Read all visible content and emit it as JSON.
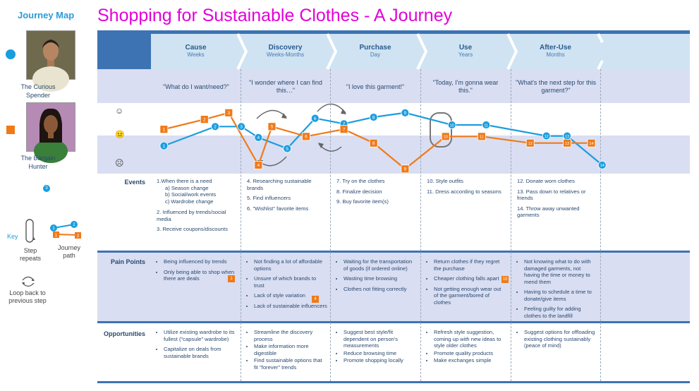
{
  "sidebar": {
    "title": "Journey Map",
    "personas": [
      {
        "name_line1": "The Curious",
        "name_line2": "Spender",
        "color": "#1a9de0"
      },
      {
        "name_line1": "The Bargain",
        "name_line2": "Hunter",
        "color": "#f07a18"
      }
    ],
    "lone_marker": "3",
    "key_label": "Key",
    "step_repeats": "Step repeats",
    "journey_path": "Journey path",
    "loop_back": "Loop back to previous step",
    "key_markers": [
      "1",
      "2",
      "1",
      "2"
    ]
  },
  "title": "Shopping for Sustainable Clothes - A Journey",
  "stages": [
    {
      "label": "Cause",
      "sub": "Weeks"
    },
    {
      "label": "Discovery",
      "sub": "Weeks-Months"
    },
    {
      "label": "Purchase",
      "sub": "Day"
    },
    {
      "label": "Use",
      "sub": "Years"
    },
    {
      "label": "After-Use",
      "sub": "Months"
    }
  ],
  "quotes": [
    "\"What do I want/need?\"",
    "\"I wonder where I can find this…\"",
    "\"I love this garment!\"",
    "\"Today, I'm gonna wear this.\"",
    "\"What's the next step for this garment?\""
  ],
  "faces": {
    "happy": "☺",
    "neutral": "😐",
    "sad": "☹"
  },
  "colors": {
    "blue": "#1a9de0",
    "orange": "#f07a18",
    "header": "#3d73b3",
    "band": "#d9def2"
  },
  "paths": {
    "blue": [
      {
        "n": "1",
        "stage": 0.05,
        "level": 0.7
      },
      {
        "n": "2",
        "stage": 0.62,
        "level": 0.35
      },
      {
        "n": "3",
        "stage": 0.91,
        "level": 0.35
      },
      {
        "n": "4",
        "stage": 1.1,
        "level": 0.55
      },
      {
        "n": "5",
        "stage": 1.42,
        "level": 0.75
      },
      {
        "n": "6",
        "stage": 1.73,
        "level": 0.2
      },
      {
        "n": "7",
        "stage": 2.05,
        "level": 0.3
      },
      {
        "n": "8",
        "stage": 2.38,
        "level": 0.18
      },
      {
        "n": "9",
        "stage": 2.73,
        "level": 0.1
      },
      {
        "n": "10",
        "stage": 3.25,
        "level": 0.32
      },
      {
        "n": "11",
        "stage": 3.63,
        "level": 0.32
      },
      {
        "n": "12",
        "stage": 4.3,
        "level": 0.52
      },
      {
        "n": "13",
        "stage": 4.53,
        "level": 0.52
      },
      {
        "n": "14",
        "stage": 4.92,
        "level": 1.05
      }
    ],
    "orange": [
      {
        "n": "1",
        "stage": 0.05,
        "level": 0.4
      },
      {
        "n": "2",
        "stage": 0.5,
        "level": 0.22
      },
      {
        "n": "3",
        "stage": 0.77,
        "level": 0.1
      },
      {
        "n": "4",
        "stage": 1.1,
        "level": 1.05
      },
      {
        "n": "5",
        "stage": 1.25,
        "level": 0.35
      },
      {
        "n": "6",
        "stage": 1.63,
        "level": 0.53
      },
      {
        "n": "7",
        "stage": 2.05,
        "level": 0.4
      },
      {
        "n": "8",
        "stage": 2.38,
        "level": 0.65
      },
      {
        "n": "9",
        "stage": 2.73,
        "level": 1.12
      },
      {
        "n": "10",
        "stage": 3.18,
        "level": 0.53
      },
      {
        "n": "11",
        "stage": 3.58,
        "level": 0.53
      },
      {
        "n": "12",
        "stage": 4.12,
        "level": 0.65
      },
      {
        "n": "13",
        "stage": 4.53,
        "level": 0.65
      },
      {
        "n": "14",
        "stage": 4.8,
        "level": 0.65
      }
    ]
  },
  "rows": {
    "events": {
      "label": "Events",
      "cells": [
        {
          "items": [
            "1.When there is a need",
            "a)        Season change",
            "b)        Social/work events",
            "c)        Wardrobe change",
            "2.  Influenced by trends/social media",
            "3. Receive coupons/discounts"
          ]
        },
        {
          "items": [
            "4. Researching sustainable brands",
            "5. Find influencers",
            "6. \"Wishlist\" favorite items"
          ]
        },
        {
          "items": [
            "7. Try on the clothes",
            "8. Finalize decision",
            "9. Buy favorite item(s)"
          ]
        },
        {
          "items": [
            "10. Style outfits",
            "11. Dress according to seasons"
          ]
        },
        {
          "items": [
            "12. Donate worn clothes",
            "13. Pass down to relatives or friends",
            "14. Throw away unwanted garments"
          ]
        }
      ]
    },
    "pain_points": {
      "label": "Pain Points",
      "cells": [
        {
          "items": [
            "Being influenced by trends",
            "Only being able to shop when there are deals"
          ],
          "badge": "1",
          "badge_color": "#f07a18"
        },
        {
          "items": [
            "Not finding a lot of affordable options",
            "Unsure of which brands to trust",
            "Lack of style variation",
            "Lack of sustainable influencers"
          ],
          "badge": "4",
          "badge_color": "#f07a18"
        },
        {
          "items": [
            "Waiting for the transportation of goods (if ordered online)",
            "Wasting time browsing",
            "Clothes not fitting correctly"
          ]
        },
        {
          "items": [
            "Return clothes if they regret the purchase",
            "Cheaper clothing falls apart",
            "Not getting enough wear out of the garment/bored of clothes"
          ],
          "badge": "10",
          "badge_color": "#f07a18"
        },
        {
          "items": [
            "Not knowing what to do with damaged garments, not having the time or money to mend them",
            "Having to schedule a time to  donate/give items",
            "Feeling guilty for adding clothes to the landfill"
          ]
        }
      ]
    },
    "opportunities": {
      "label": "Opportunities",
      "cells": [
        {
          "items": [
            "Utilize existing wardrobe to its fullest (\"capsule\" wardrobe)",
            "Capitalize on deals from sustainable brands"
          ]
        },
        {
          "items": [
            "Streamline the discovery process",
            "Make information more digestible",
            "Find sustainable options that fit \"forever\" trends"
          ]
        },
        {
          "items": [
            "Suggest best style/fit dependent on person's measurements",
            "Reduce browsing time",
            "Promote shopping locally"
          ]
        },
        {
          "items": [
            "Refresh style suggestion, coming up with new ideas to style older clothes",
            "Promote quality products",
            "Make exchanges simple"
          ]
        },
        {
          "items": [
            "Suggest options for offloading existing clothing sustainably (peace of mind)"
          ]
        }
      ]
    }
  }
}
